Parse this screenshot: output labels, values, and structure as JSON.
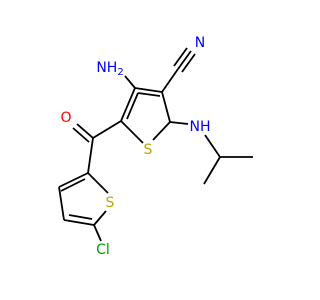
{
  "molecule": {
    "atoms": {
      "nh2": {
        "text": "NH",
        "sub": "2",
        "color": "#0000ff"
      },
      "cn_n": {
        "text": "N",
        "color": "#0000ff"
      },
      "nh_amine": {
        "text": "NH",
        "color": "#0000ff"
      },
      "carbonyl_o": {
        "text": "O",
        "color": "#ff0000"
      },
      "ring_s_main": {
        "text": "S",
        "color": "#b8a800"
      },
      "ring_s_chloro": {
        "text": "S",
        "color": "#b8a800"
      },
      "cl": {
        "text": "Cl",
        "color": "#00a000"
      }
    },
    "colors": {
      "bond": "#000000",
      "nitrogen": "#0000ff",
      "oxygen": "#ff0000",
      "sulfur": "#b8a800",
      "chlorine": "#00a000"
    }
  }
}
